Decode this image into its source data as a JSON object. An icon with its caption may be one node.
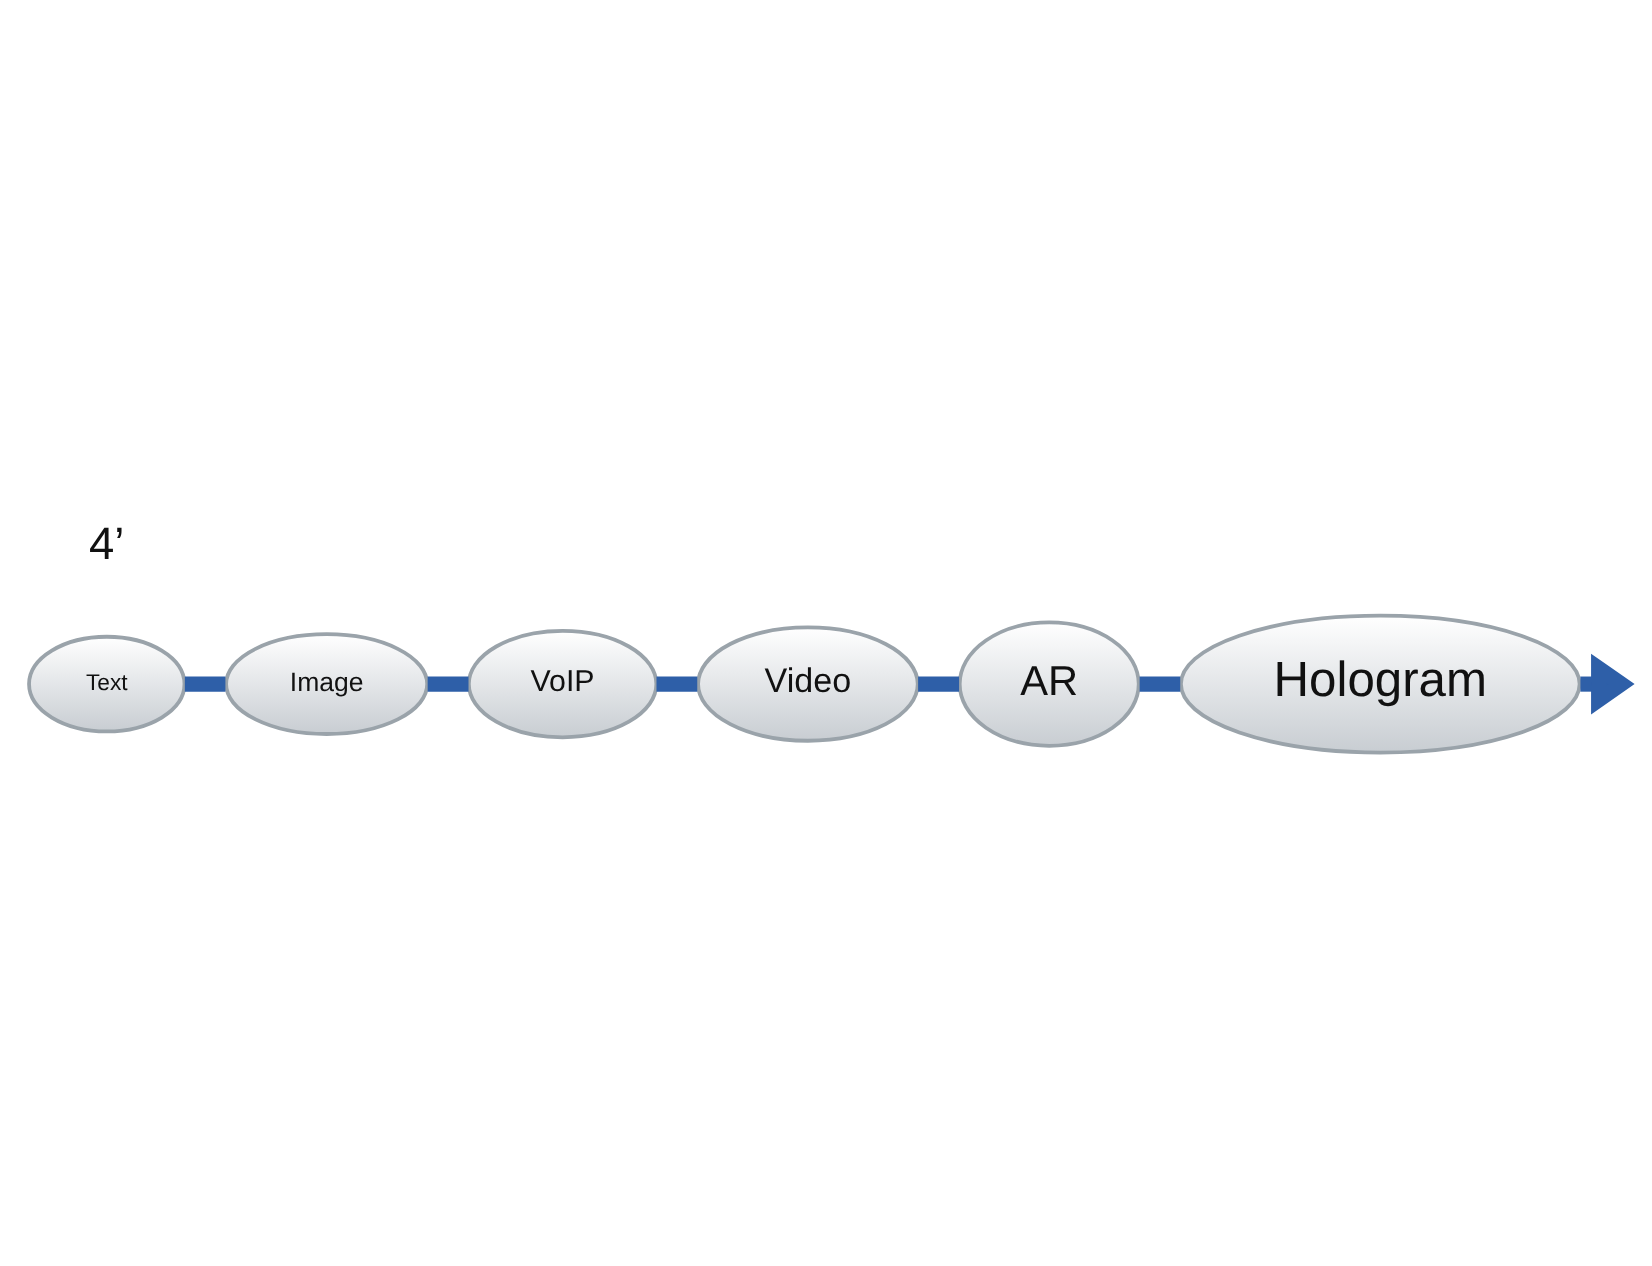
{
  "diagram": {
    "nodes": [
      {
        "text": [
          "Text"
        ]
      },
      {
        "text": [
          "Image"
        ]
      },
      {
        "text": [
          "VoIP"
        ]
      },
      {
        "text": [
          "Video"
        ]
      },
      {
        "text": [
          "AR"
        ]
      },
      {
        "text": [
          "Hologram"
        ]
      }
    ],
    "edges": [
      {
        "from": 0,
        "to": 1,
        "arrow": "none"
      },
      {
        "from": 1,
        "to": 2,
        "arrow": "none"
      },
      {
        "from": 2,
        "to": 3,
        "arrow": "none"
      },
      {
        "from": 3,
        "to": 4,
        "arrow": "none"
      },
      {
        "from": 4,
        "to": 5,
        "arrow": "none"
      },
      {
        "from": 5,
        "to": null,
        "arrow": "to"
      }
    ],
    "labels": [
      "4’"
    ]
  }
}
